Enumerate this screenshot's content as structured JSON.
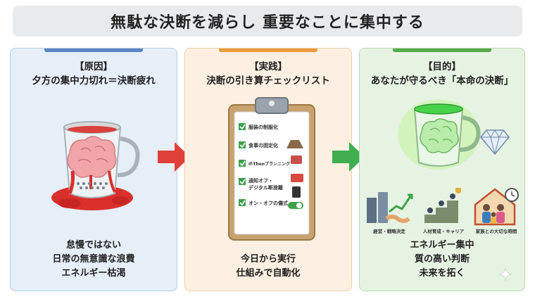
{
  "title": "無駄な決断を減らし 重要なことに集中する",
  "panels": {
    "cause": {
      "tag": "【原因】",
      "heading": "夕方の集中力切れ＝決断疲れ",
      "lines": [
        "怠慢ではない",
        "日常の無意識な浪費",
        "エネルギー枯渇"
      ],
      "illustration": "melting-brain-cup-icon"
    },
    "practice": {
      "tag": "【実践】",
      "heading": "決断の引き算チェックリスト",
      "checklist": [
        "服装の制服化",
        "食事の固定化",
        "If-Thenプランニング",
        "通知オフ・",
        "デジタル断捨離",
        "オン・オフの儀式"
      ],
      "lines": [
        "今日から実行",
        "仕組みで自動化"
      ],
      "illustration": "clipboard-checklist-icon"
    },
    "goal": {
      "tag": "【目的】",
      "heading": "あなたが守るべき「本命の決断」",
      "icons": [
        "経営・戦略決定",
        "人材育成・キャリア",
        "家族との大切な時間"
      ],
      "lines": [
        "エネルギー集中",
        "質の高い判断",
        "未来を拓く"
      ],
      "illustration": "glowing-brain-cup-icon"
    }
  },
  "colors": {
    "cause_accent": "#5b86c4",
    "practice_accent": "#ee9b3f",
    "goal_accent": "#55a94c",
    "arrow_red": "#e0403a",
    "arrow_green": "#3fae4f"
  }
}
